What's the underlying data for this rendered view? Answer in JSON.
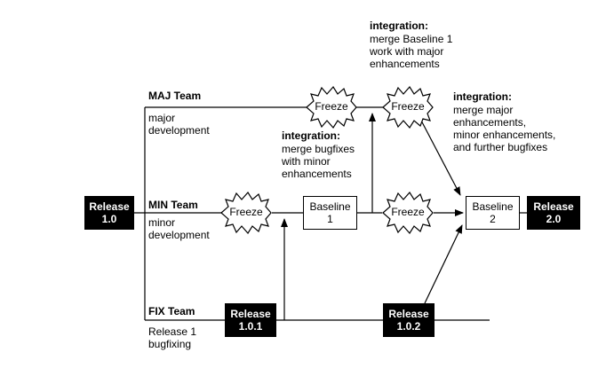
{
  "releases": {
    "r10": "Release\n1.0",
    "r101": "Release\n1.0.1",
    "r102": "Release\n1.0.2",
    "r20": "Release\n2.0"
  },
  "baselines": {
    "b1": "Baseline\n1",
    "b2": "Baseline\n2"
  },
  "freeze_label": "Freeze",
  "teams": {
    "maj": {
      "name": "MAJ Team",
      "desc": "major\ndevelopment"
    },
    "min": {
      "name": "MIN Team",
      "desc": "minor\ndevelopment"
    },
    "fix": {
      "name": "FIX Team",
      "desc": "Release 1\nbugfixing"
    }
  },
  "integrations": {
    "i1": {
      "title": "integration:",
      "body": "merge bugfixes\nwith minor\nenhancements"
    },
    "i2": {
      "title": "integration:",
      "body": "merge Baseline 1\nwork with major\nenhancements"
    },
    "i3": {
      "title": "integration:",
      "body": "merge major\nenhancements,\nminor enhancements,\nand further bugfixes"
    }
  }
}
